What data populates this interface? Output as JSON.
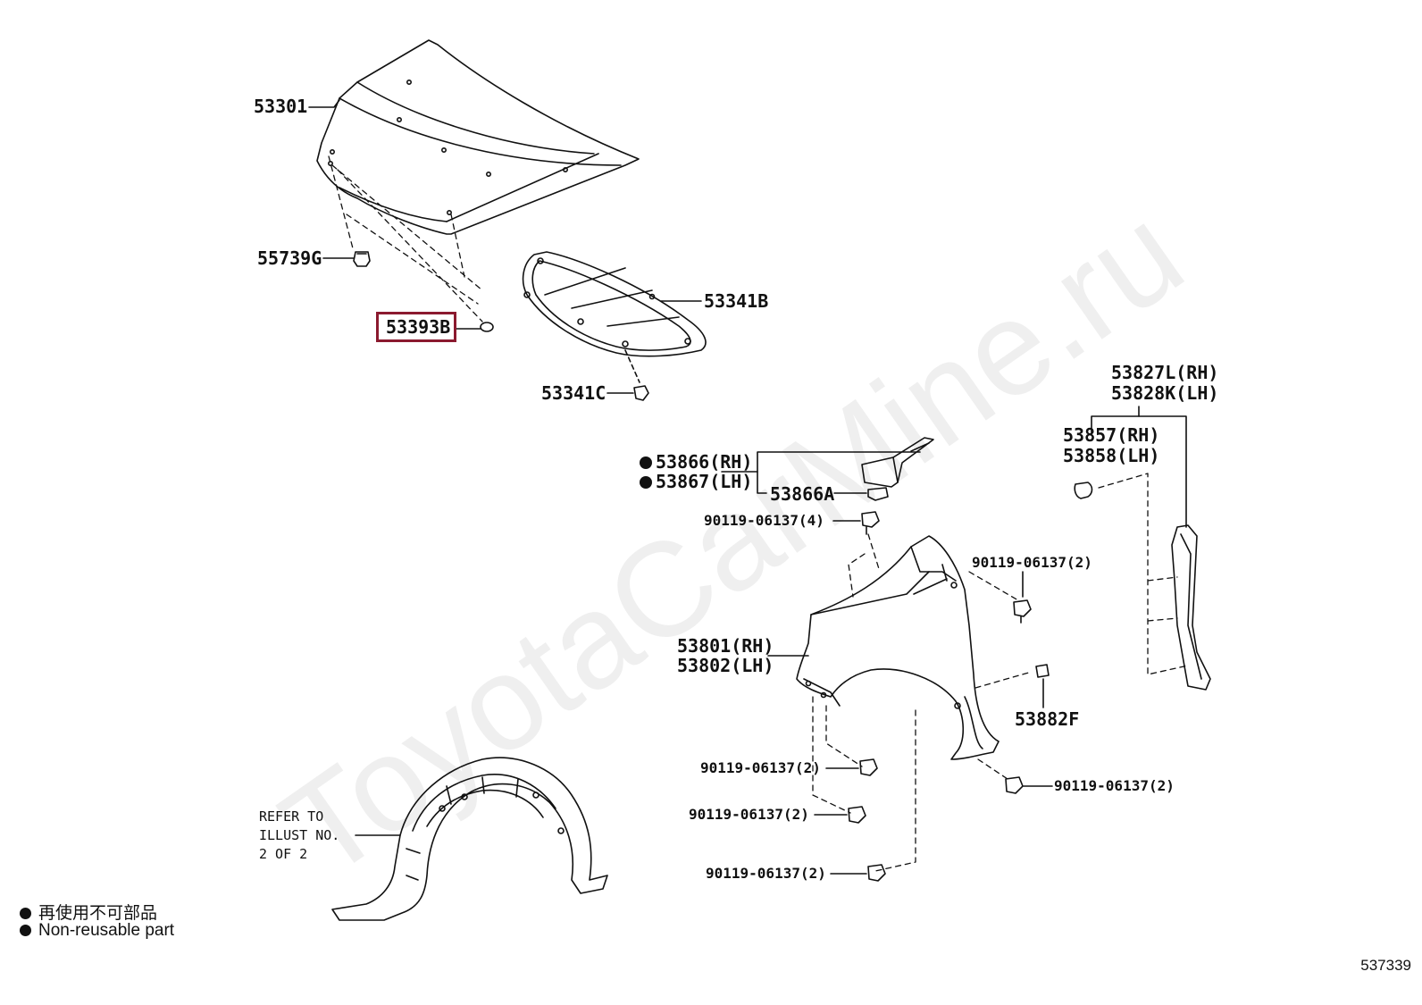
{
  "watermark": "ToyotaCarMine.ru",
  "figure_number": "537339",
  "legend": {
    "non_reusable_jp": "再使用不可部品",
    "non_reusable_en": "Non-reusable part"
  },
  "note": "REFER TO\nILLUST NO.\n2 OF 2",
  "parts": {
    "hood": "53301",
    "hood_cushion": "55739G",
    "hood_seal": "53393B",
    "hood_insulator": "53341B",
    "insulator_clip": "53341C",
    "bracket_rh": "53866(RH)",
    "bracket_lh": "53867(LH)",
    "bracket_sub": "53866A",
    "bolt_4": "90119-06137(4)",
    "bolt_2_top": "90119-06137(2)",
    "fender_rh": "53801(RH)",
    "fender_lh": "53802(LH)",
    "fender_pad": "53882F",
    "bolt_2_a": "90119-06137(2)",
    "bolt_2_b": "90119-06137(2)",
    "bolt_2_c": "90119-06137(2)",
    "bolt_2_d": "90119-06137(2)",
    "seal_rh": "53827L(RH)",
    "seal_lh": "53828K(LH)",
    "clip_rh": "53857(RH)",
    "clip_lh": "53858(LH)"
  },
  "highlight_part": "53393B",
  "colors": {
    "highlight": "#8b1a2f",
    "line": "#111111",
    "watermark": "#dcdcdc"
  }
}
